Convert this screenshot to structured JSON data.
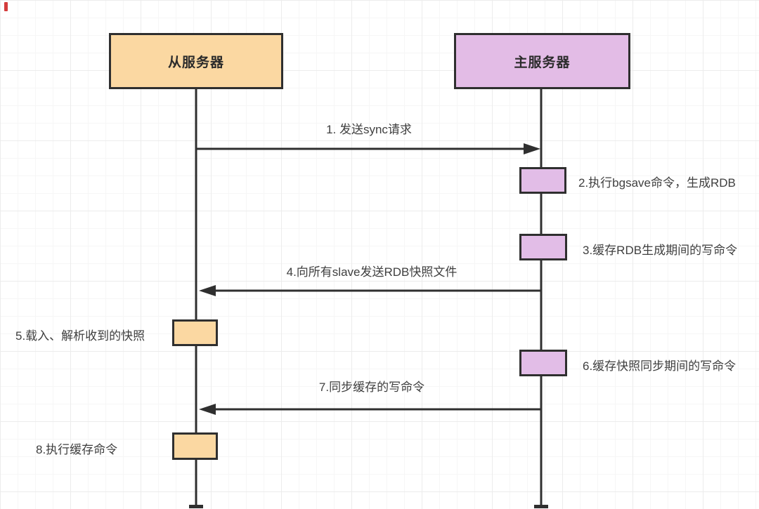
{
  "diagram": {
    "title_hint": "Redis master-slave sync sequence diagram",
    "actors": [
      {
        "id": "slave",
        "label": "从服务器",
        "fill": "#fbd8a2"
      },
      {
        "id": "master",
        "label": "主服务器",
        "fill": "#e3bce6"
      }
    ],
    "messages": [
      {
        "num": 1,
        "label": "1. 发送sync请求",
        "from": "slave",
        "to": "master"
      },
      {
        "num": 4,
        "label": "4.向所有slave发送RDB快照文件",
        "from": "master",
        "to": "slave"
      },
      {
        "num": 7,
        "label": "7.同步缓存的写命令",
        "from": "master",
        "to": "slave"
      }
    ],
    "activations": [
      {
        "num": 2,
        "label": "2.执行bgsave命令，生成RDB",
        "actor": "master"
      },
      {
        "num": 3,
        "label": "3.缓存RDB生成期间的写命令",
        "actor": "master"
      },
      {
        "num": 5,
        "label": "5.载入、解析收到的快照",
        "actor": "slave"
      },
      {
        "num": 6,
        "label": "6.缓存快照同步期间的写命令",
        "actor": "master"
      },
      {
        "num": 8,
        "label": "8.执行缓存命令",
        "actor": "slave"
      }
    ],
    "colors": {
      "slave_fill": "#fbd8a2",
      "master_fill": "#e3bce6",
      "activation_master_fill": "#e2bde7",
      "stroke": "#2f2f2f",
      "text": "#3f3f3f",
      "grid_minor": "#f6f6f6",
      "grid_major": "#ececec",
      "marker_red": "#d43c3c"
    }
  }
}
